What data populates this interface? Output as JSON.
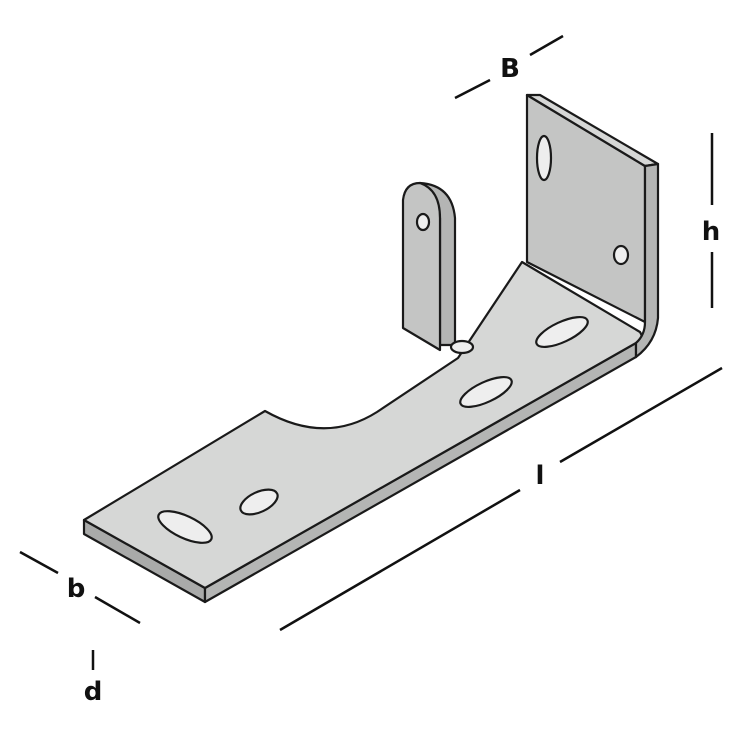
{
  "diagram": {
    "labels": {
      "B": "B",
      "h": "h",
      "l": "l",
      "b": "b",
      "d": "d"
    },
    "colors": {
      "face_light": "#d6d7d6",
      "face_mid": "#c4c5c4",
      "face_dark": "#a9aaa9",
      "outline": "#1a1a1a"
    }
  }
}
